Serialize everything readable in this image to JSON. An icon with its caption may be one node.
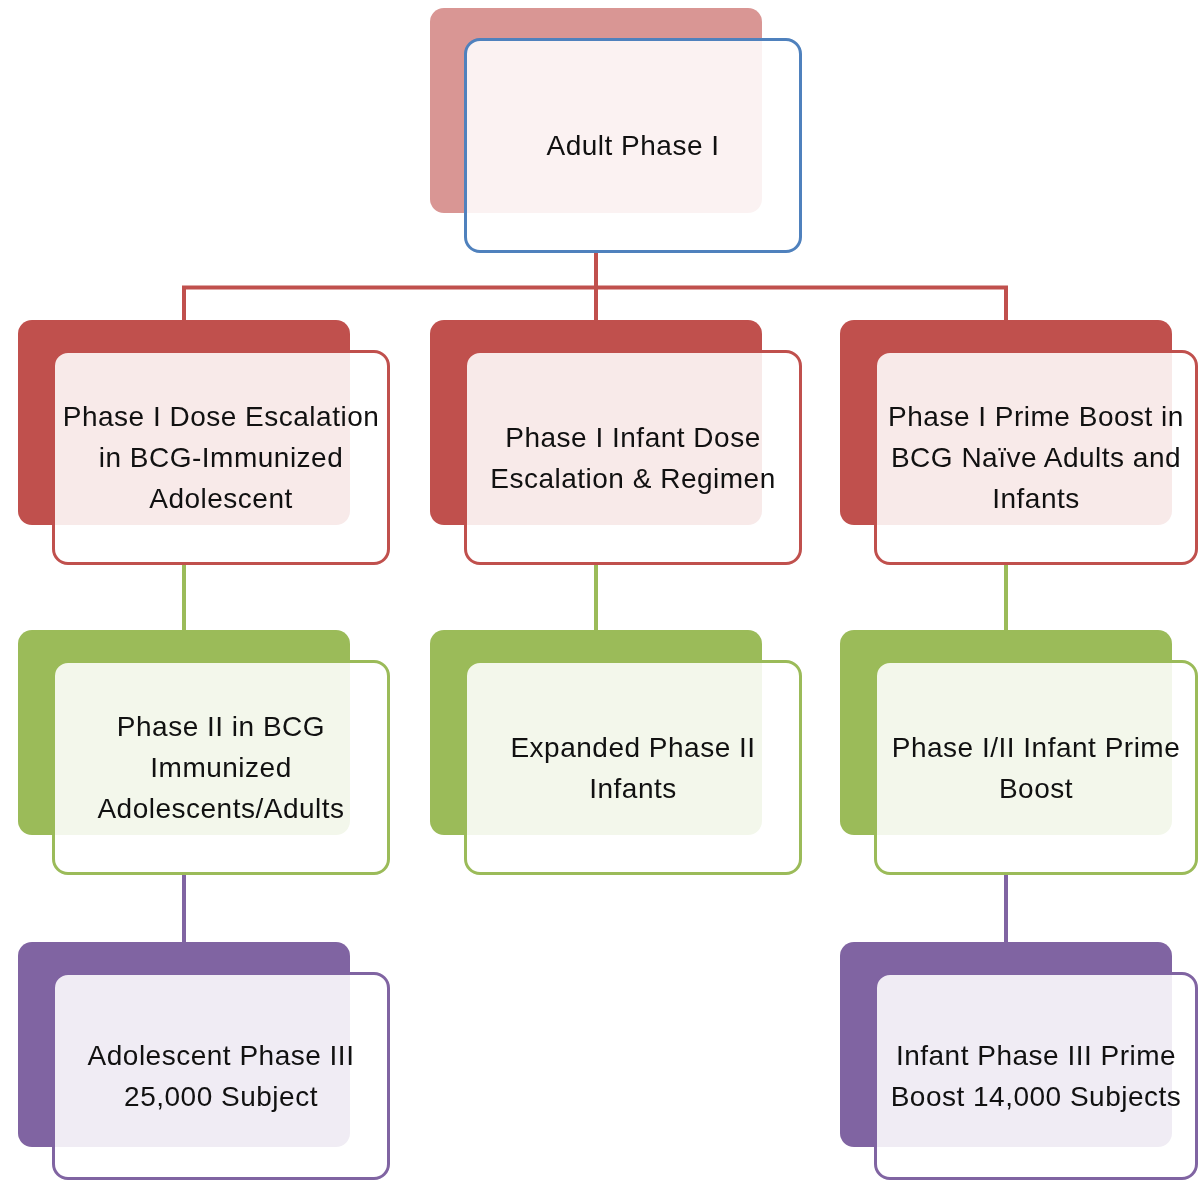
{
  "diagram": {
    "nodes": [
      {
        "text": [
          "Adult Phase I"
        ]
      },
      {
        "text": [
          "Phase I Dose Escalation in BCG-Immunized Adolescent"
        ]
      },
      {
        "text": [
          "Phase I Infant Dose Escalation & Regimen"
        ]
      },
      {
        "text": [
          "Phase I Prime Boost in BCG Naïve Adults and Infants"
        ]
      },
      {
        "text": [
          "Phase II in BCG Immunized Adolescents/Adults"
        ]
      },
      {
        "text": [
          "Expanded Phase II Infants"
        ]
      },
      {
        "text": [
          "Phase I/II Infant Prime Boost"
        ]
      },
      {
        "text": [
          "Adolescent Phase III 25,000 Subject"
        ]
      },
      {
        "text": [
          "Infant Phase III Prime Boost 14,000 Subjects"
        ]
      }
    ],
    "edges": [
      {
        "from": 0,
        "to": 1,
        "arrow": "none",
        "color": "#c0504d"
      },
      {
        "from": 0,
        "to": 2,
        "arrow": "none",
        "color": "#c0504d"
      },
      {
        "from": 0,
        "to": 3,
        "arrow": "none",
        "color": "#c0504d"
      },
      {
        "from": 1,
        "to": 4,
        "arrow": "none",
        "color": "#9bbb59"
      },
      {
        "from": 2,
        "to": 5,
        "arrow": "none",
        "color": "#9bbb59"
      },
      {
        "from": 3,
        "to": 6,
        "arrow": "none",
        "color": "#9bbb59"
      },
      {
        "from": 4,
        "to": 7,
        "arrow": "none",
        "color": "#8064a2"
      },
      {
        "from": 6,
        "to": 8,
        "arrow": "none",
        "color": "#8064a2"
      }
    ]
  }
}
